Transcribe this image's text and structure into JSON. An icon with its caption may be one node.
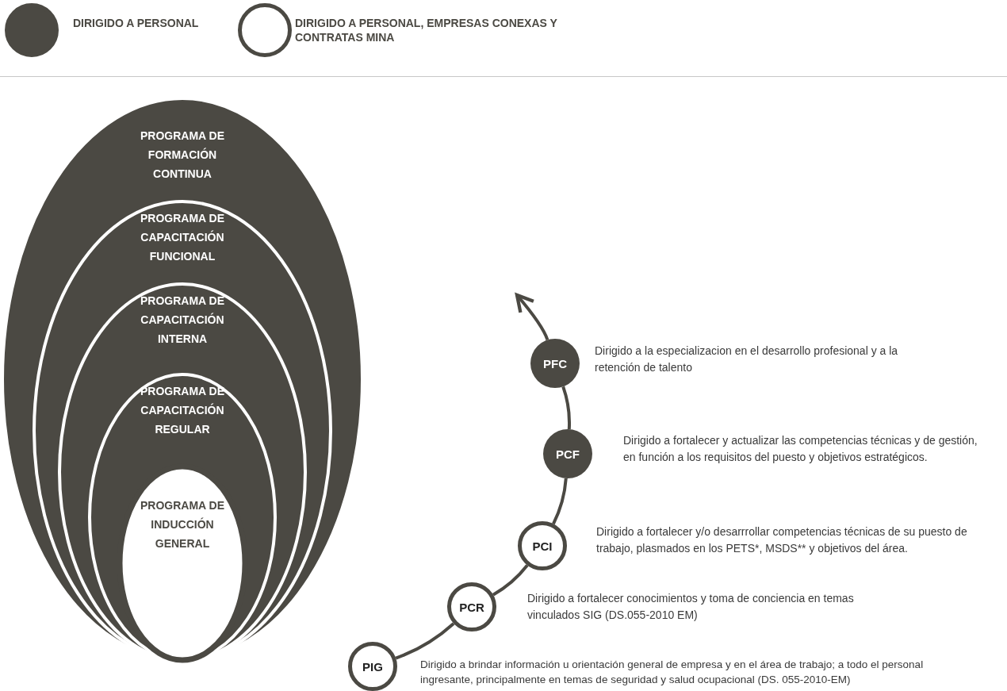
{
  "diagram": {
    "nodes": [
      {
        "text": [
          "PROGRAMA DE FORMACIÓN CONTINUA"
        ]
      },
      {
        "text": [
          "PROGRAMA DE CAPACITACIÓN FUNCIONAL"
        ],
        "in": 0
      },
      {
        "text": [
          "PROGRAMA DE CAPACITACIÓN INTERNA"
        ],
        "in": 1
      },
      {
        "text": [
          "PROGRAMA DE CAPACITACIÓN REGULAR"
        ],
        "in": 2
      },
      {
        "text": [
          "PROGRAMA DE INDUCCIÓN GENERAL"
        ],
        "in": 3
      },
      {
        "text": [
          "PFC"
        ],
        "beside": [
          "Dirigido a la especializacion en el desarrollo profesional y a la retención de talento"
        ]
      },
      {
        "text": [
          "PCF"
        ],
        "beside": [
          "Dirigido a fortalecer y actualizar las competencias técnicas y de gestión, en función a los requisitos del puesto y objetivos estratégicos."
        ]
      },
      {
        "text": [
          "PCI"
        ],
        "beside": [
          "Dirigido a fortalecer y/o desarrrollar competencias técnicas de su puesto de trabajo, plasmados en los PETS*, MSDS** y objetivos del área."
        ]
      },
      {
        "text": [
          "PCR"
        ],
        "beside": [
          "Dirigido a fortalecer conocimientos y toma de conciencia en temas vinculados SIG (DS.055-2010 EM)"
        ]
      },
      {
        "text": [
          "PIG"
        ],
        "beside": [
          "Dirigido a brindar información u orientación general de empresa y en el área de trabajo; a todo el personal ingresante, principalmente en temas de seguridad y salud ocupacional (DS. 055-2010-EM)"
        ]
      }
    ],
    "edges": [
      {
        "from": 9,
        "to": 8,
        "arrow": "none"
      },
      {
        "from": 8,
        "to": 7,
        "arrow": "none"
      },
      {
        "from": 7,
        "to": 6,
        "arrow": "none"
      },
      {
        "from": 6,
        "to": 5,
        "arrow": "none"
      },
      {
        "from": 5,
        "to": null,
        "arrow": "to"
      }
    ],
    "legend": [
      {
        "text": "DIRIGIDO A PERSONAL",
        "color": "#4b4943"
      },
      {
        "text": "DIRIGIDO A PERSONAL, EMPRESAS CONEXAS Y CONTRATAS MINA",
        "color": "#ffffff"
      }
    ]
  }
}
